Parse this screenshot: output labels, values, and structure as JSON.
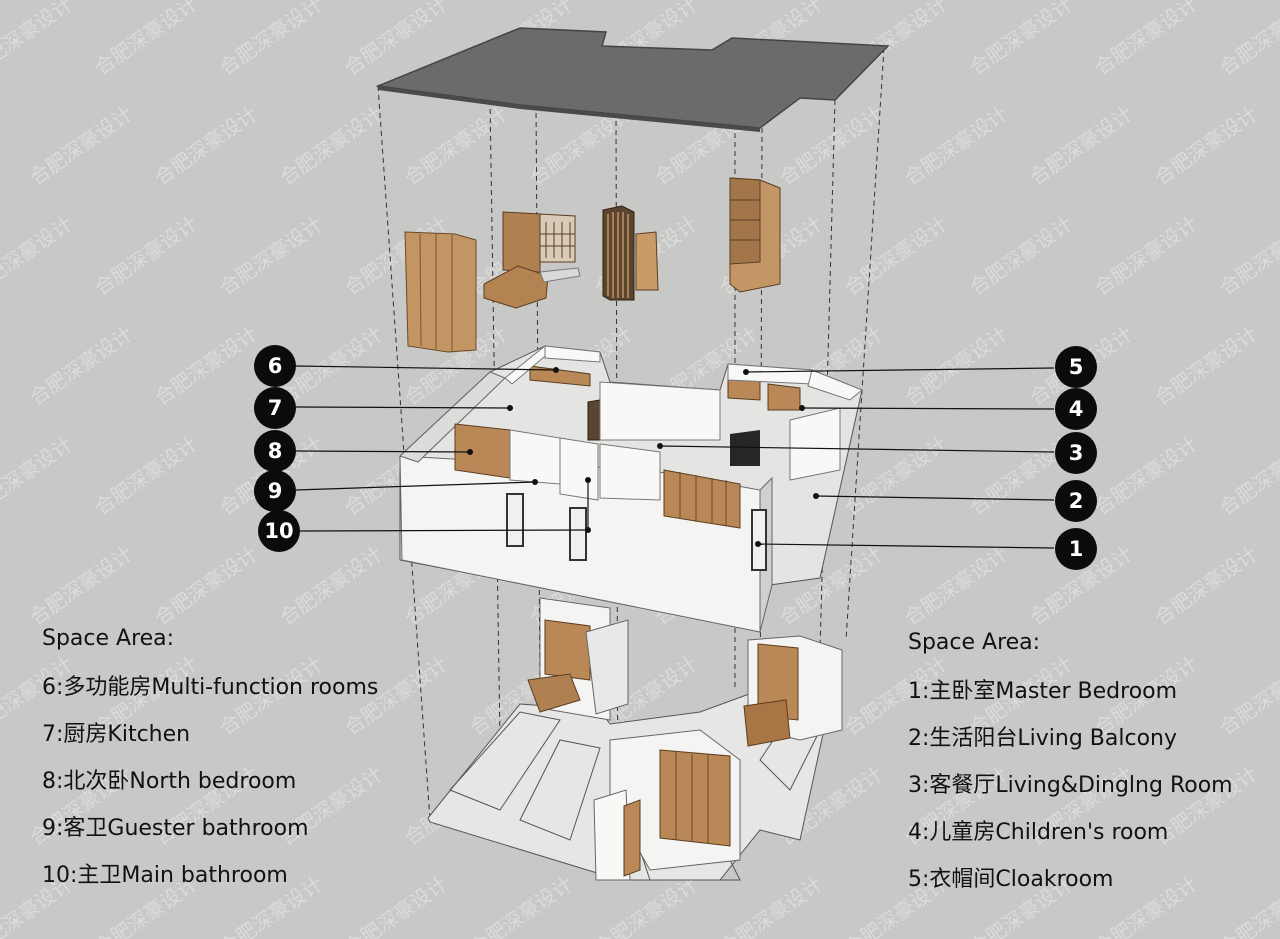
{
  "watermark_text": "合肥深豪设计",
  "legend_left": {
    "heading": "Space Area:",
    "items": [
      {
        "label": "6:多功能房Multi-function rooms"
      },
      {
        "label": "7:厨房Kitchen"
      },
      {
        "label": "8:北次卧North bedroom"
      },
      {
        "label": "9:客卫Guester bathroom"
      },
      {
        "label": "10:主卫Main bathroom"
      }
    ]
  },
  "legend_right": {
    "heading": "Space Area:",
    "items": [
      {
        "label": "1:主卧室Master Bedroom"
      },
      {
        "label": "2:生活阳台Living Balcony"
      },
      {
        "label": "3:客餐厅Living&Dinglng Room"
      },
      {
        "label": "4:儿童房Children's room"
      },
      {
        "label": "5:衣帽间Cloakroom"
      }
    ]
  },
  "callouts": {
    "c1": "1",
    "c2": "2",
    "c3": "3",
    "c4": "4",
    "c5": "5",
    "c6": "6",
    "c7": "7",
    "c8": "8",
    "c9": "9",
    "c10": "10"
  },
  "colors": {
    "background": "#c8c8c6",
    "roof": "#6e6e6e",
    "wall": "#f2f2f2",
    "wood": "#b88a58",
    "callout": "#0b0b0b"
  }
}
